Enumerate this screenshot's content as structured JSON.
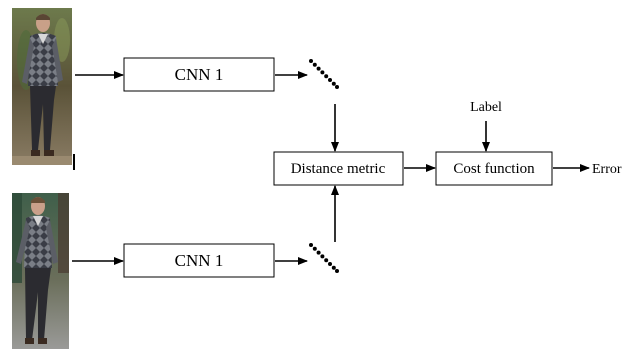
{
  "diagram": {
    "nodes": {
      "cnn_top": "CNN 1",
      "cnn_bottom": "CNN 1",
      "distance_metric": "Distance metric",
      "cost_function": "Cost function",
      "label": "Label",
      "error": "Error"
    },
    "images": {
      "top": "person-photo-top",
      "bottom": "person-photo-bottom"
    }
  }
}
